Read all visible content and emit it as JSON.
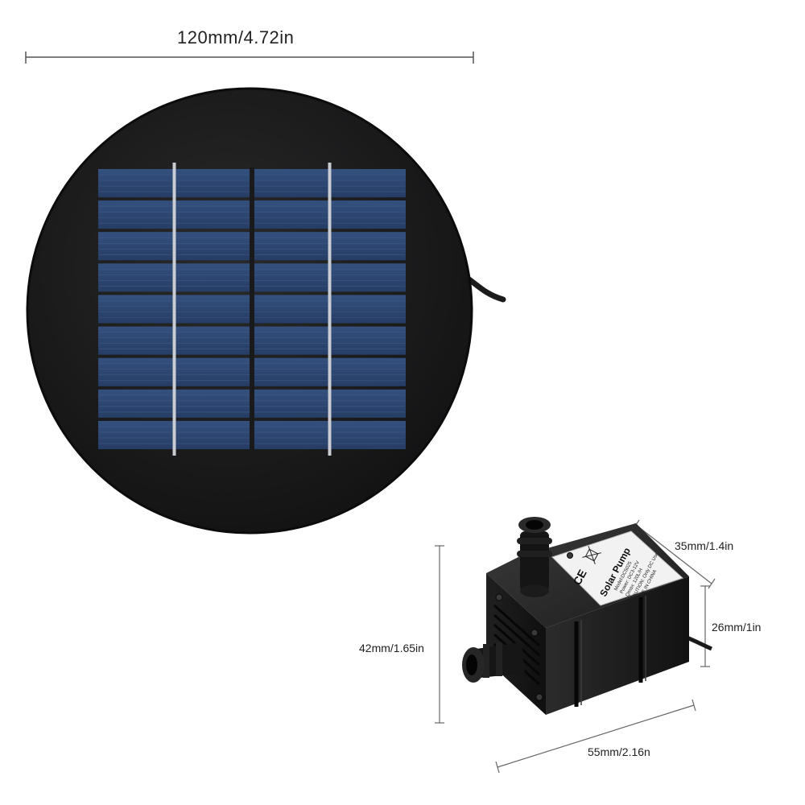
{
  "dimensions": {
    "panel_width": "120mm/4.72in",
    "pump_depth": "35mm/1.4in",
    "pump_height_small": "26mm/1in",
    "pump_height": "42mm/1.65in",
    "pump_width": "55mm/2.16n"
  },
  "pump_label": {
    "title": "Solar Pump",
    "lines": [
      "Model:DC5025",
      "Power: DC3-12V",
      "Qmax: 120L/H",
      "CAUTION: Only DC Use",
      "MADE IN CHINA"
    ],
    "ce_mark": "CE",
    "bin_icon": "crossed-bin-icon"
  },
  "panel": {
    "grid_rows": 9,
    "grid_cols": 4
  },
  "colors": {
    "background": "#ffffff",
    "disc": "#1e1e1f",
    "cell": "#2c4570",
    "busbar": "#c9ccd2",
    "pump_body": "#1a1a1a"
  }
}
